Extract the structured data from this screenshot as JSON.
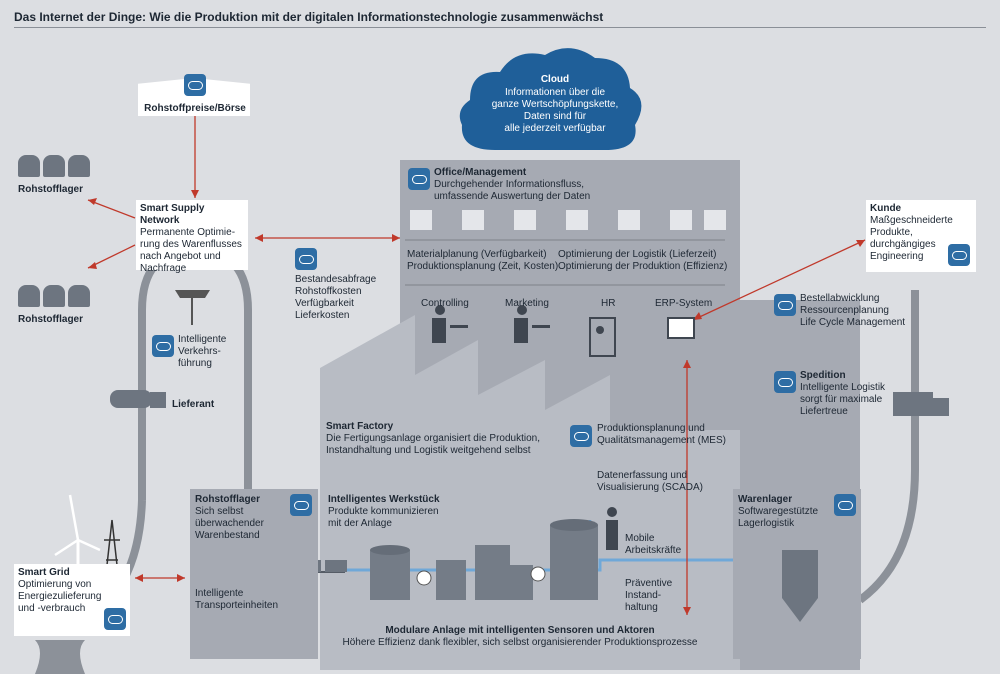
{
  "title": "Das Internet der Dinge: Wie die Produktion mit  der digitalen Informationstechnologie zusammenwächst",
  "cloud": {
    "title": "Cloud",
    "lines": [
      "Informationen über die",
      "ganze Wertschöpfungskette,",
      "Daten sind für",
      "alle jederzeit verfügbar"
    ]
  },
  "rohstoffpreise": "Rohstoffpreise/Börse",
  "rohstofflager_top": "Rohstofflager",
  "rohstofflager_bottom": "Rohstofflager",
  "supply_network": {
    "title": "Smart Supply Network",
    "lines": [
      "Permanente Optimie-",
      "rung des Warenflusses",
      "nach Angebot und",
      "Nachfrage"
    ]
  },
  "bestand": [
    "Bestandesabfrage",
    "Rohstoffkosten",
    "Verfügbarkeit",
    "Lieferkosten"
  ],
  "verkehr": [
    "Intelligente",
    "Verkehrs-",
    "führung"
  ],
  "lieferant": "Lieferant",
  "office": {
    "title": "Office/Management",
    "lines": [
      "Durchgehender Informationsfluss,",
      "umfassende Auswertung der Daten"
    ],
    "plan_left": [
      "Materialplanung (Verfügbarkeit)",
      "Produktionsplanung (Zeit, Kosten)"
    ],
    "plan_right": [
      "Optimierung der Logistik (Lieferzeit)",
      "Optimierung der Produktion (Effizienz)"
    ],
    "depts": [
      "Controlling",
      "Marketing",
      "HR",
      "ERP-System"
    ]
  },
  "kunde": {
    "title": "Kunde",
    "lines": [
      "Maßgeschneiderte",
      "Produkte,",
      "durchgängiges",
      "Engineering"
    ]
  },
  "bestell": [
    "Bestellabwicklung",
    "Ressourcenplanung",
    "Life Cycle Management"
  ],
  "spedition": {
    "title": "Spedition",
    "lines": [
      "Intelligente Logistik",
      "sorgt für maximale",
      "Liefertreue"
    ]
  },
  "smart_factory": {
    "title": "Smart Factory",
    "lines": [
      "Die Fertigungsanlage organisiert die Produktion,",
      "Instandhaltung und Logistik weitgehend selbst"
    ]
  },
  "mes": [
    "Produktionsplanung und",
    "Qualitätsmanagement (MES)"
  ],
  "scada": [
    "Datenerfassung und",
    "Visualisierung (SCADA)"
  ],
  "rohlager_box": {
    "title": "Rohstofflager",
    "lines": [
      "Sich selbst",
      "überwachender",
      "Warenbestand"
    ],
    "transport": [
      "Intelligente",
      "Transporteinheiten"
    ]
  },
  "werkstueck": {
    "title": "Intelligentes Werkstück",
    "lines": [
      "Produkte kommunizieren",
      "mit der Anlage"
    ]
  },
  "mobile": [
    "Mobile",
    "Arbeitskräfte"
  ],
  "praeventiv": [
    "Präventive",
    "Instand-",
    "haltung"
  ],
  "warenlager": {
    "title": "Warenlager",
    "lines": [
      "Softwaregestützte",
      "Lagerlogistik"
    ]
  },
  "smart_grid": {
    "title": "Smart Grid",
    "lines": [
      "Optimierung von",
      "Energiezulieferung",
      "und -verbrauch"
    ]
  },
  "modular": {
    "title": "Modulare Anlage mit intelligenten Sensoren und Aktoren",
    "line": "Höhere Effizienz dank flexibler, sich selbst organisierender Produktionsprozesse"
  },
  "colors": {
    "background": "#dcdee2",
    "plate": "#a6aab3",
    "cloud": "#1f5f99",
    "arrow": "#c0392b",
    "pipe": "#6fa8d8"
  }
}
